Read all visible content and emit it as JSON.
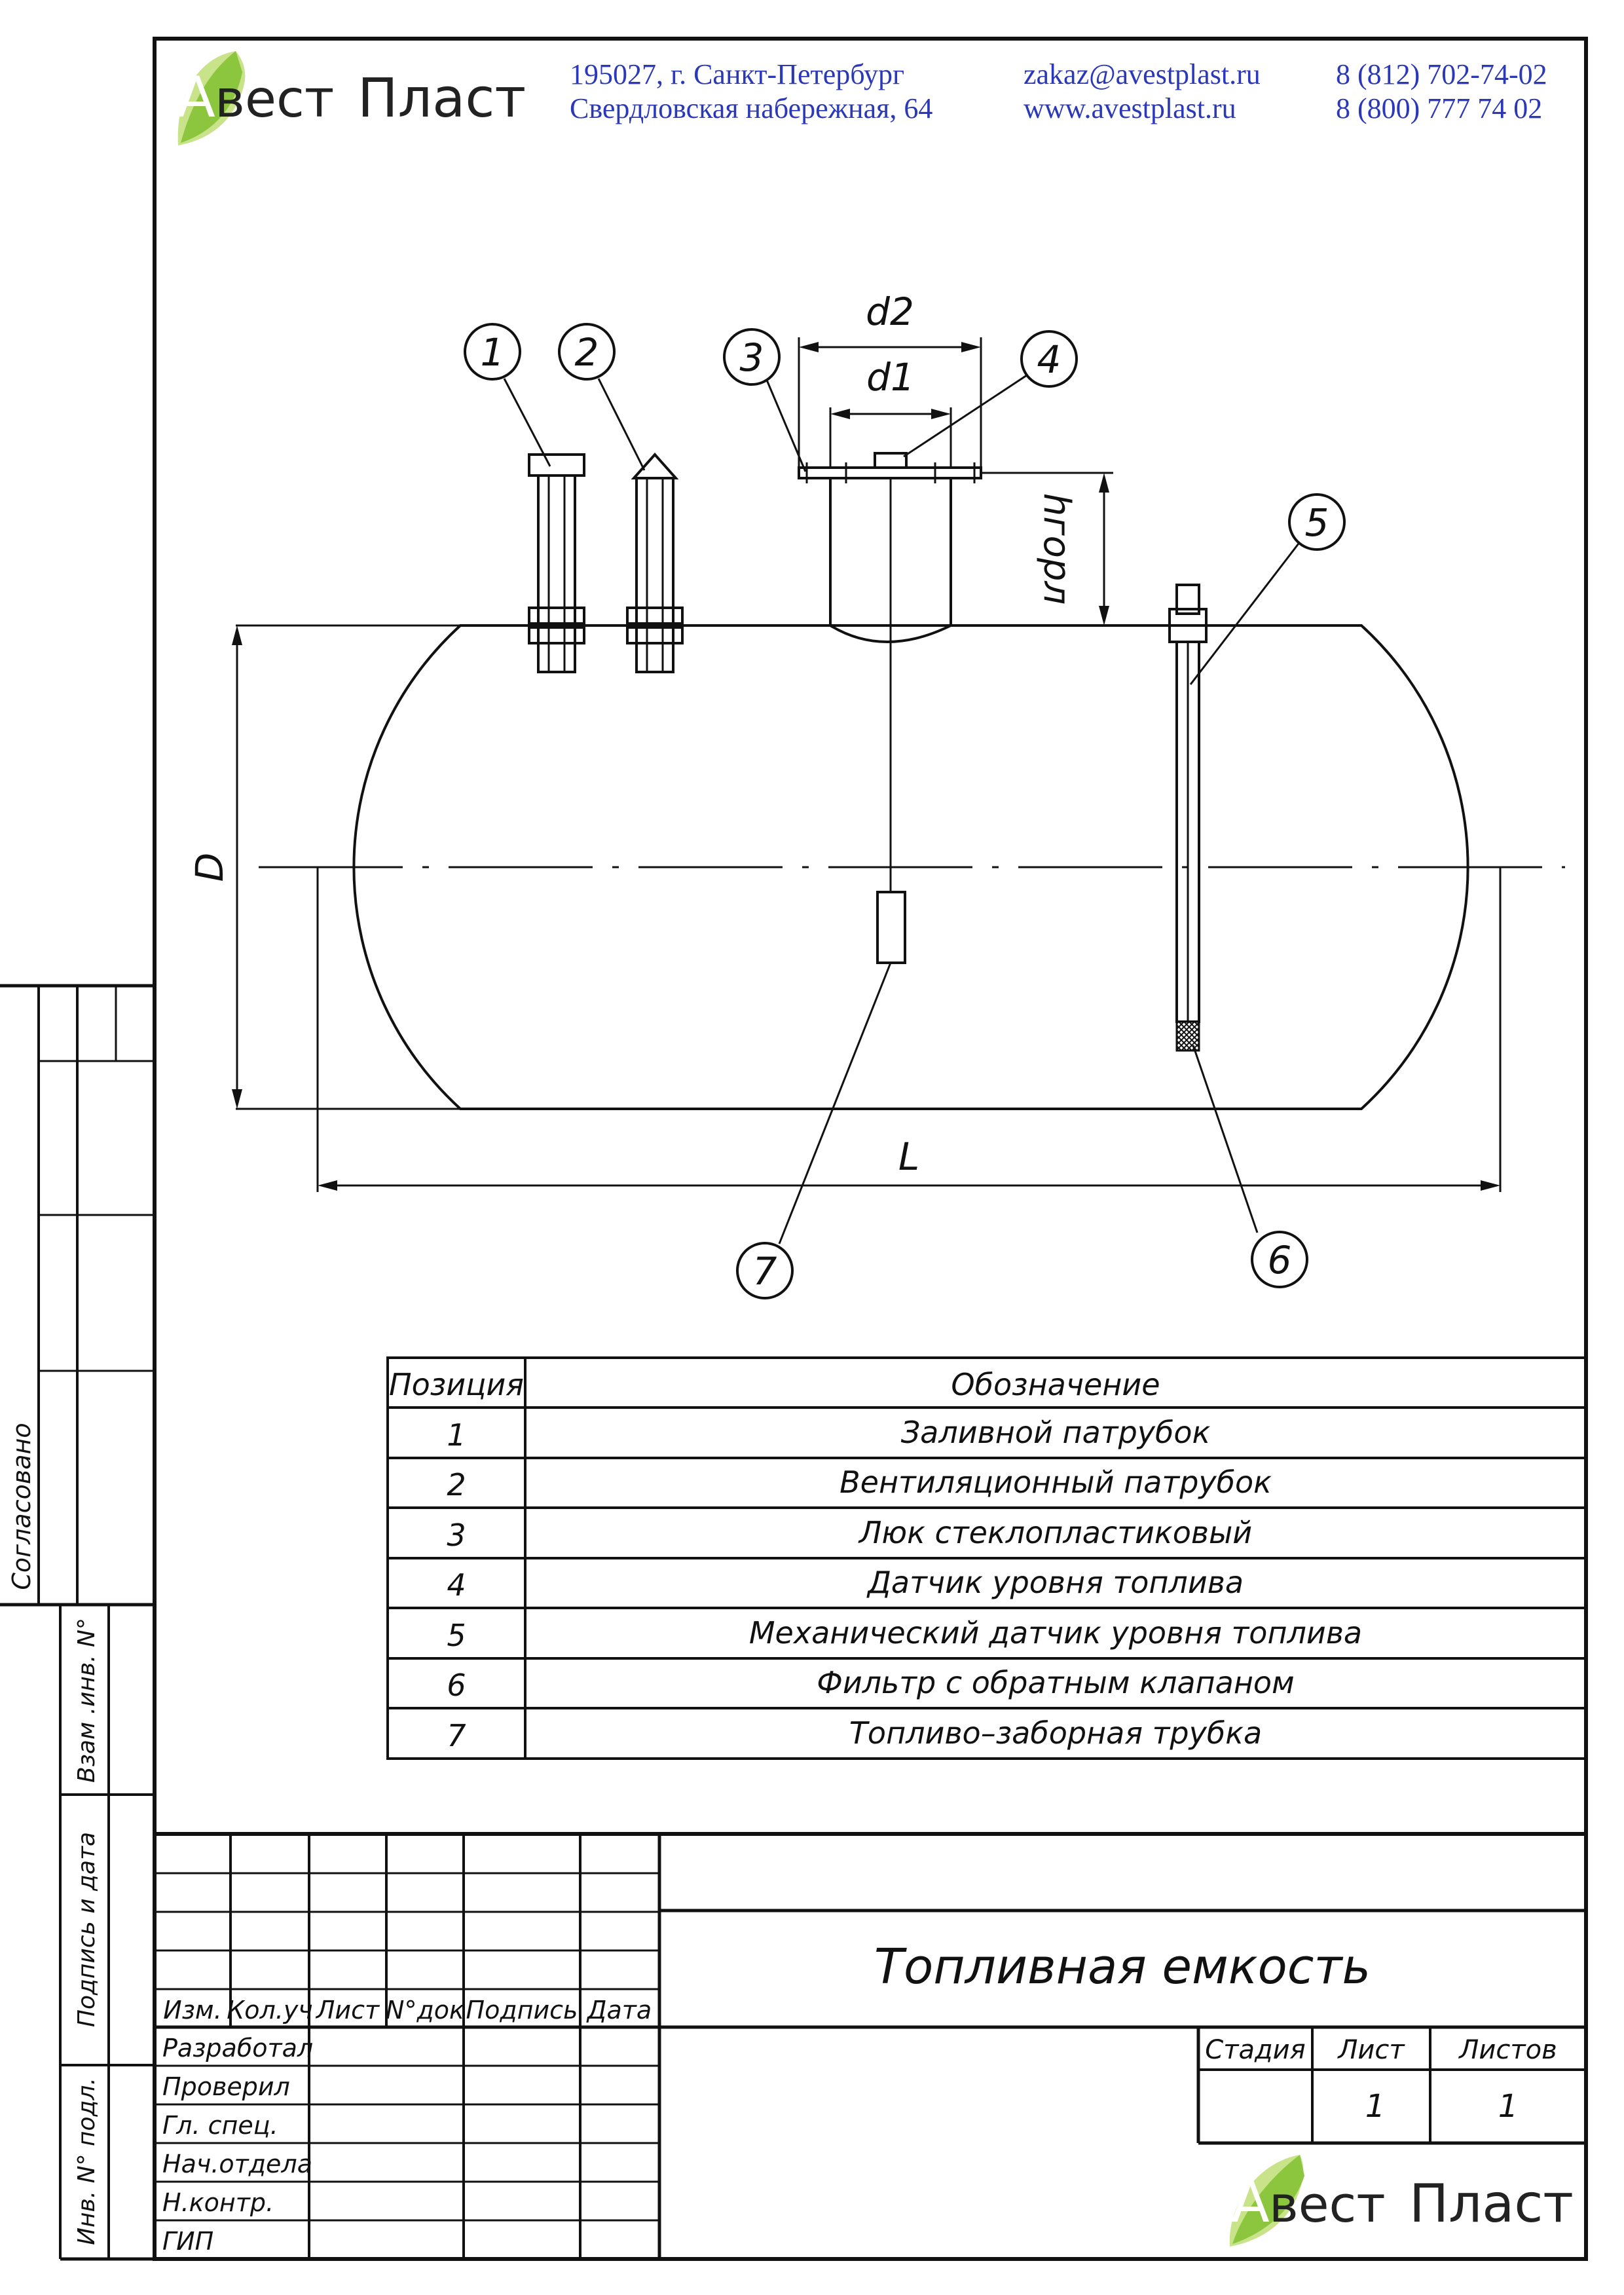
{
  "header": {
    "company": {
      "initial": "А",
      "name_part1": "вест",
      "name_part2": "Пласт"
    },
    "address_line1": "195027, г. Санкт-Петербург",
    "address_line2": "Свердловская набережная, 64",
    "email": "zakaz@avestplast.ru",
    "website": "www.avestplast.ru",
    "phone1": "8 (812) 702-74-02",
    "phone2": "8 (800) 777 74 02"
  },
  "colors": {
    "brand_text": "#2b39b8",
    "logo_green": "#8cc63f",
    "logo_green_light": "#c8e38a",
    "line": "#111111"
  },
  "drawing": {
    "dimensions": {
      "d2": "d2",
      "d1": "d1",
      "h": "hгорл",
      "D": "D",
      "L": "L"
    },
    "callouts": [
      "1",
      "2",
      "3",
      "4",
      "5",
      "6",
      "7"
    ]
  },
  "spec_table": {
    "headers": [
      "Позиция",
      "Обозначение"
    ],
    "rows": [
      {
        "pos": "1",
        "name": "Заливной патрубок"
      },
      {
        "pos": "2",
        "name": "Вентиляционный патрубок"
      },
      {
        "pos": "3",
        "name": "Люк стеклопластиковый"
      },
      {
        "pos": "4",
        "name": "Датчик уровня топлива"
      },
      {
        "pos": "5",
        "name": "Механический датчик уровня топлива"
      },
      {
        "pos": "6",
        "name": "Фильтр с обратным клапаном"
      },
      {
        "pos": "7",
        "name": "Топливо–заборная трубка"
      }
    ]
  },
  "title_block": {
    "title": "Топливная емкость",
    "rev_headers": [
      "Изм.",
      "Кол.уч",
      "Лист",
      "N°док",
      "Подпись",
      "Дата"
    ],
    "roles": [
      "Разработал",
      "Проверил",
      "Гл. спец.",
      "Нач.отдела",
      "Н.контр.",
      "ГИП"
    ],
    "stage_label": "Стадия",
    "sheet_label": "Лист",
    "sheets_label": "Листов",
    "sheet_value": "1",
    "sheets_value": "1"
  },
  "side_stamp": {
    "agreed": "Согласовано",
    "inv_replace": "Взам .инв. N°",
    "sign_date": "Подпись и дата",
    "inv_orig": "Инв. N° подл."
  }
}
